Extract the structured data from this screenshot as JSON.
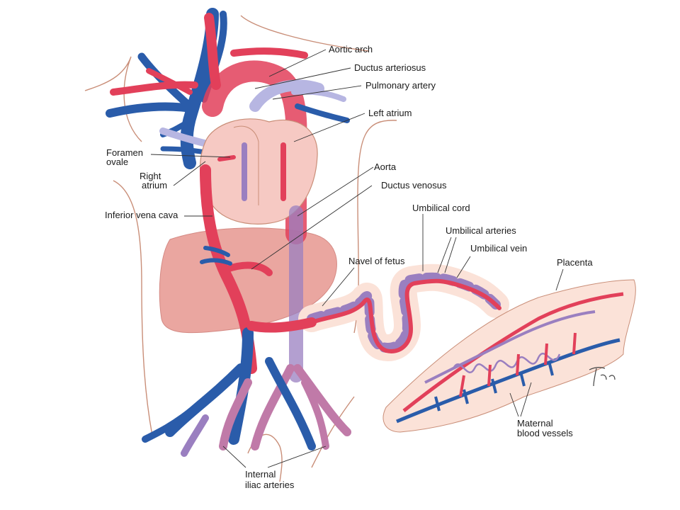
{
  "colors": {
    "oxygenated": "#e2405a",
    "deoxygenated": "#2a5caa",
    "mixed": "#9a7fc0",
    "liver": "#eaa6a0",
    "heart": "#f6c9c3",
    "placenta": "#fbe2d8",
    "outline": "#c98e78",
    "leader": "#333333"
  },
  "labels": {
    "aortic_arch": "Aortic arch",
    "ductus_arteriosus": "Ductus arteriosus",
    "pulmonary_artery": "Pulmonary artery",
    "left_atrium": "Left atrium",
    "foramen_ovale_1": "Foramen",
    "foramen_ovale_2": "ovale",
    "right_atrium_1": "Right",
    "right_atrium_2": "atrium",
    "aorta": "Aorta",
    "ductus_venosus": "Ductus venosus",
    "inferior_vena_cava": "Inferior vena cava",
    "umbilical_cord": "Umbilical cord",
    "umbilical_arteries": "Umbilical arteries",
    "umbilical_vein": "Umbilical vein",
    "navel_of_fetus": "Navel of fetus",
    "placenta": "Placenta",
    "maternal_1": "Maternal",
    "maternal_2": "blood vessels",
    "internal_iliac_1": "Internal",
    "internal_iliac_2": "iliac arteries"
  },
  "signature": "Tina"
}
